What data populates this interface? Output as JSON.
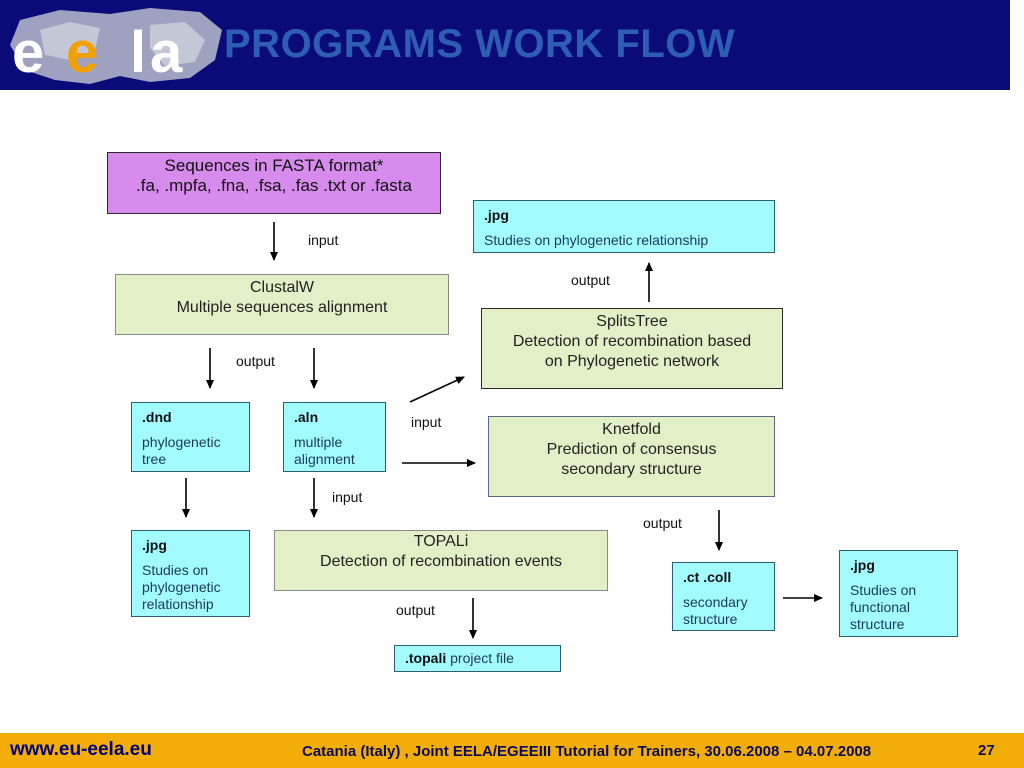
{
  "header": {
    "title": "PROGRAMS WORK FLOW",
    "logo_text": "eela"
  },
  "nodes": {
    "fasta": {
      "line1": "Sequences in FASTA format*",
      "line2": ".fa, .mpfa, .fna, .fsa, .fas .txt or .fasta"
    },
    "jpg_top": {
      "ext": ".jpg",
      "desc": "Studies on phylogenetic relationship"
    },
    "clustalw": {
      "line1": "ClustalW",
      "line2": "Multiple sequences alignment"
    },
    "splitstree": {
      "line1": "SplitsTree",
      "line2": "Detection of recombination based",
      "line3": "on Phylogenetic network"
    },
    "dnd": {
      "ext": ".dnd",
      "desc": "phylogenetic tree"
    },
    "aln": {
      "ext": ".aln",
      "desc": "multiple alignment"
    },
    "knetfold": {
      "line1": "Knetfold",
      "line2": "Prediction of consensus",
      "line3": "secondary structure"
    },
    "jpg_left": {
      "ext": ".jpg",
      "desc": "Studies on phylogenetic relationship"
    },
    "topali": {
      "line1": "TOPALi",
      "line2": "Detection of recombination events"
    },
    "ctcoll": {
      "ext": ".ct .coll",
      "desc": "secondary structure"
    },
    "jpg_right": {
      "ext": ".jpg",
      "desc": "Studies on functional structure"
    },
    "topali_file": {
      "ext": ".topali",
      "desc": " project file"
    }
  },
  "edge_labels": {
    "input_fasta": "input",
    "output_splits": "output",
    "output_clustal": "output",
    "input_aln": "input",
    "input_topali": "input",
    "output_knet": "output",
    "output_topali": "output"
  },
  "footer": {
    "url": "www.eu-eela.eu",
    "text": "Catania (Italy) , Joint EELA/EGEEIII Tutorial for Trainers, 30.06.2008 – 04.07.2008",
    "page": "27"
  },
  "colors": {
    "header_bg": "#0a0a78",
    "title": "#2e5eb4",
    "pink": "#d78ced",
    "green": "#e3efc7",
    "cyan": "#a2fbfe",
    "footer_bg": "#f2ad06"
  }
}
